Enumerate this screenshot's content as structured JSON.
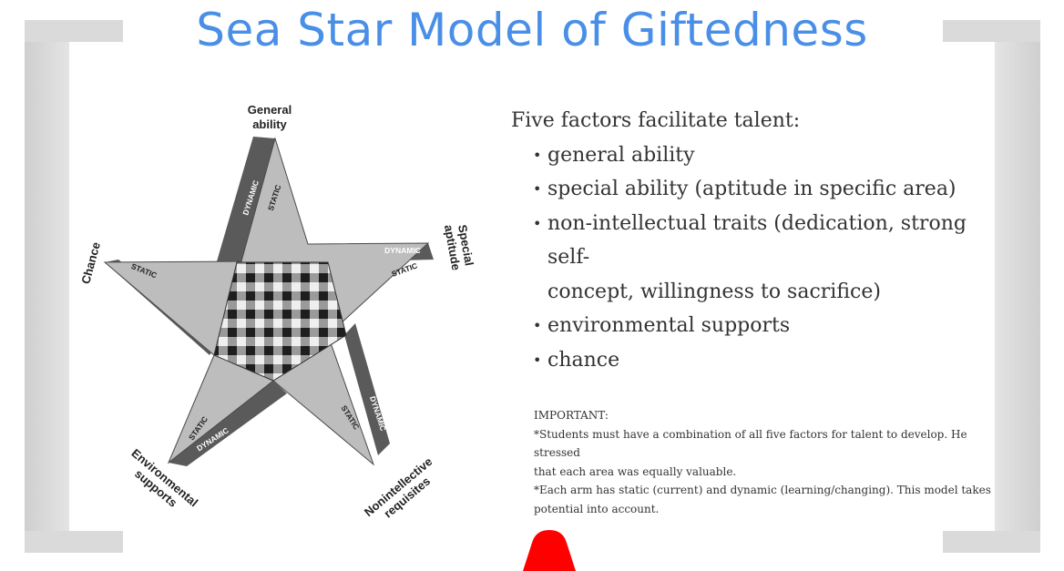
{
  "title": "Sea Star Model of Giftedness",
  "diagram": {
    "arms": {
      "general_ability": [
        "General",
        "ability"
      ],
      "special_aptitude": [
        "Special",
        "aptitude"
      ],
      "nonintellective_requisites": [
        "Nonintellective",
        "requisites"
      ],
      "environmental_supports": [
        "Environmental",
        "supports"
      ],
      "chance": "Chance"
    },
    "band_labels": {
      "dynamic": "DYNAMIC",
      "static": "STATIC"
    }
  },
  "content": {
    "intro": "Five factors facilitate talent:",
    "items": [
      "general ability",
      "special ability (aptitude in specific area)",
      "non-intellectual traits (dedication, strong self-",
      "concept, willingness to sacrifice)",
      "environmental supports",
      "chance"
    ]
  },
  "notes": {
    "heading": "IMPORTANT:",
    "line1": "*Students must have a combination of all five factors for talent to develop.  He stressed",
    "line2": "that each area was equally valuable.",
    "line3": "*Each arm has static (current) and dynamic (learning/changing).  This model takes",
    "line4": "potential into account."
  },
  "colors": {
    "title": "#4a8fe7",
    "frame": "#d6d6d6",
    "star_light": "#bdbdbd",
    "star_dark": "#5a5a5a",
    "red_shape": "#ff0000"
  }
}
